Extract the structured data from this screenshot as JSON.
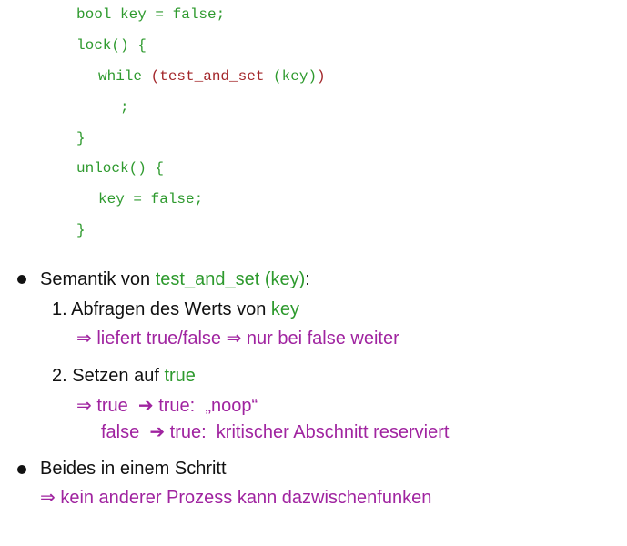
{
  "code": {
    "line1": "bool key = false;",
    "line2": "lock() {",
    "line3_kw": "while ",
    "line3_call": "(test_and_set ",
    "line3_arg": "(key)",
    "line3_close": ")",
    "line4": ";",
    "line5": "}",
    "line6": "unlock() {",
    "line7": "key = false;",
    "line8": "}"
  },
  "colors": {
    "code": "#2e9a2e",
    "call": "#a3262a",
    "emphasis": "#a024a0",
    "text": "#111111"
  },
  "bullets": [
    {
      "prefix": "Semantik von ",
      "code": "test_and_set (key)",
      "suffix": ":",
      "steps": [
        {
          "number": "1.",
          "text": "Abfragen des Werts von ",
          "code": "key",
          "notes": [
            "⇒ liefert true/false ⇒ nur bei false weiter"
          ]
        },
        {
          "number": "2.",
          "text": "Setzen auf ",
          "code": "true",
          "notes": [
            "⇒ true  ➔ true:  „noop“",
            "false  ➔ true:  kritischer Abschnitt reserviert"
          ]
        }
      ]
    },
    {
      "text": "Beides in einem Schritt",
      "note": "⇒ kein anderer Prozess kann dazwischenfunken"
    }
  ]
}
